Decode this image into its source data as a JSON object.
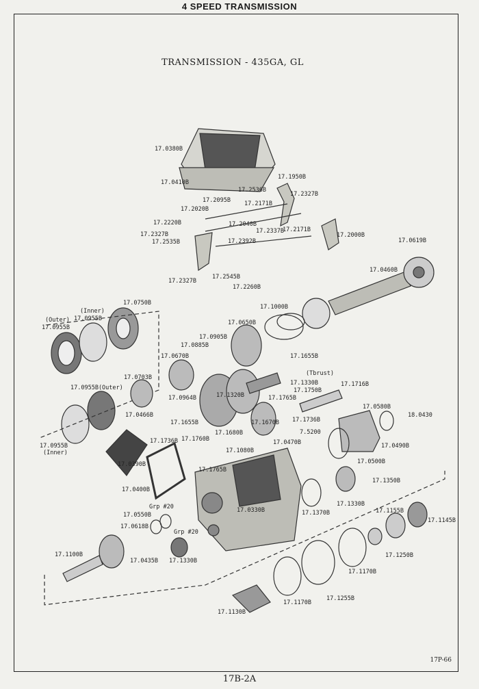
{
  "header": "4 SPEED TRANSMISSION",
  "title": "TRANSMISSION - 435GA, GL",
  "footer": "17B-2A",
  "page_code": "17P-66",
  "parts": [
    "17.0380B",
    "17.0410B",
    "17.1950B",
    "17.2536B",
    "17.2327B",
    "17.2095B",
    "17.2171B",
    "17.2020B",
    "17.2220B",
    "17.2040B",
    "17.2327B",
    "17.2337B",
    "17.2171B",
    "17.2000B",
    "17.2535B",
    "17.2392B",
    "17.2327B",
    "17.2545B",
    "17.2260B",
    "17.0619B",
    "17.0460B",
    "17.0750B",
    "(Inner)",
    "17.0955B",
    "(Outer)",
    "17.0955B",
    "17.1000B",
    "17.0650B",
    "17.0905B",
    "17.0885B",
    "17.0670B",
    "17.1655B",
    "17.0703B",
    "(Tbrust)",
    "17.1330B",
    "17.1716B",
    "17.1750B",
    "17.0955B(Outer)",
    "17.0964B",
    "17.1320B",
    "17.1765B",
    "17.0466B",
    "17.1655B",
    "17.1736B",
    "17.0580B",
    "18.0430",
    "17.1670B",
    "17.0955B",
    "(Inner)",
    "17.1736B",
    "17.1760B",
    "17.1680B",
    "7.5200",
    "17.0470B",
    "17.0390B",
    "17.1080B",
    "17.0490B",
    "17.1765B",
    "17.0500B",
    "17.0400B",
    "17.1350B",
    "17.0330B",
    "17.1330B",
    "17.1370B",
    "Grp #20",
    "17.0550B",
    "17.0618B",
    "17.1155B",
    "17.1145B",
    "Grp #20",
    "17.1100B",
    "17.0435B",
    "17.1330B",
    "17.1250B",
    "17.1170B",
    "17.1255B",
    "17.1170B",
    "17.1130B"
  ]
}
